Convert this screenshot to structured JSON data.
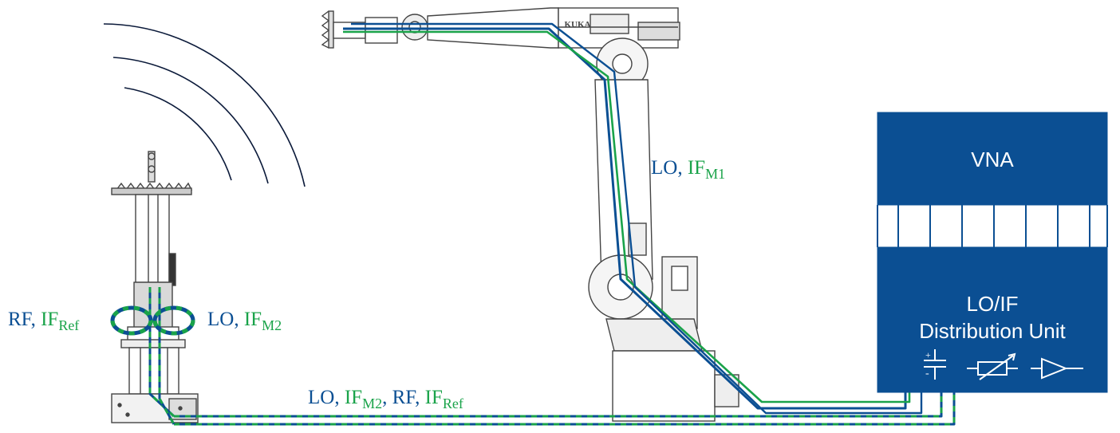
{
  "colors": {
    "blue": "#0b4f93",
    "green": "#1aa34a",
    "box": "#0b4f93",
    "line_art": "#555555"
  },
  "labels": {
    "rf_ref": {
      "main1": "RF, ",
      "main2": "IF",
      "sub": "Ref"
    },
    "lo_m2": {
      "main1": "LO, ",
      "main2": "IF",
      "sub": "M2"
    },
    "lo_m1": {
      "main1": "LO, ",
      "main2": "IF",
      "sub": "M1"
    },
    "bottom": {
      "p1": "LO, ",
      "p2": "IF",
      "s2": "M2",
      "p3": ", RF, ",
      "p4": "IF",
      "s4": "Ref"
    }
  },
  "vna": {
    "title": "VNA"
  },
  "distribution": {
    "title_line1": "LO/IF",
    "title_line2": "Distribution Unit"
  },
  "brand": {
    "robot_logo": "KUKA"
  },
  "icons": [
    "dc-block-icon",
    "variable-attenuator-icon",
    "amplifier-icon"
  ]
}
